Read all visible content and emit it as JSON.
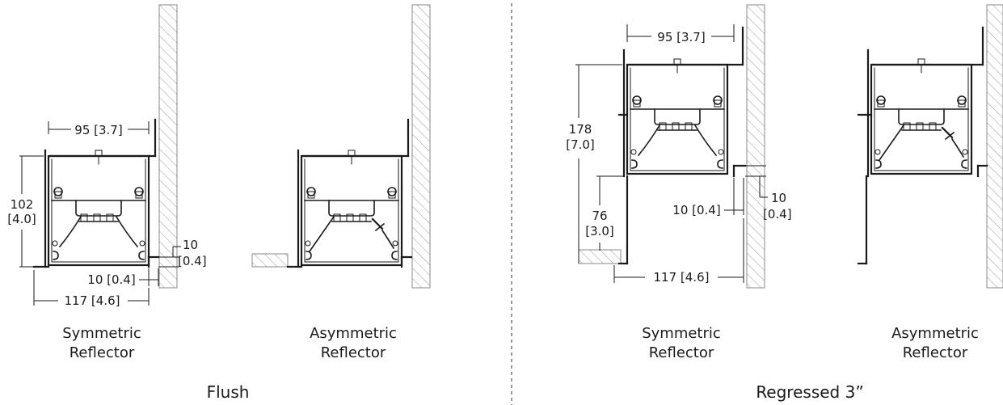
{
  "sections": {
    "flush": {
      "title": "Flush"
    },
    "regressed": {
      "title": "Regressed 3”"
    }
  },
  "captions": {
    "flush_sym_1": "Symmetric",
    "flush_sym_2": "Reflector",
    "flush_asym_1": "Asymmetric",
    "flush_asym_2": "Reflector",
    "reg_sym_1": "Symmetric",
    "reg_sym_2": "Reflector",
    "reg_asym_1": "Asymmetric",
    "reg_asym_2": "Reflector"
  },
  "dimensions": {
    "flush_top_width": "95 [3.7]",
    "flush_height_1": "102",
    "flush_height_2": "[4.0]",
    "flush_flange_1": "10",
    "flush_flange_2": "[0.4]",
    "flush_offset": "10 [0.4]",
    "flush_width": "117 [4.6]",
    "reg_top_width": "95 [3.7]",
    "reg_height_1": "178",
    "reg_height_2": "[7.0]",
    "reg_regress_1": "76",
    "reg_regress_2": "[3.0]",
    "reg_offset": "10 [0.4]",
    "reg_flange_1": "10",
    "reg_flange_2": "[0.4]",
    "reg_width": "117 [4.6]"
  }
}
